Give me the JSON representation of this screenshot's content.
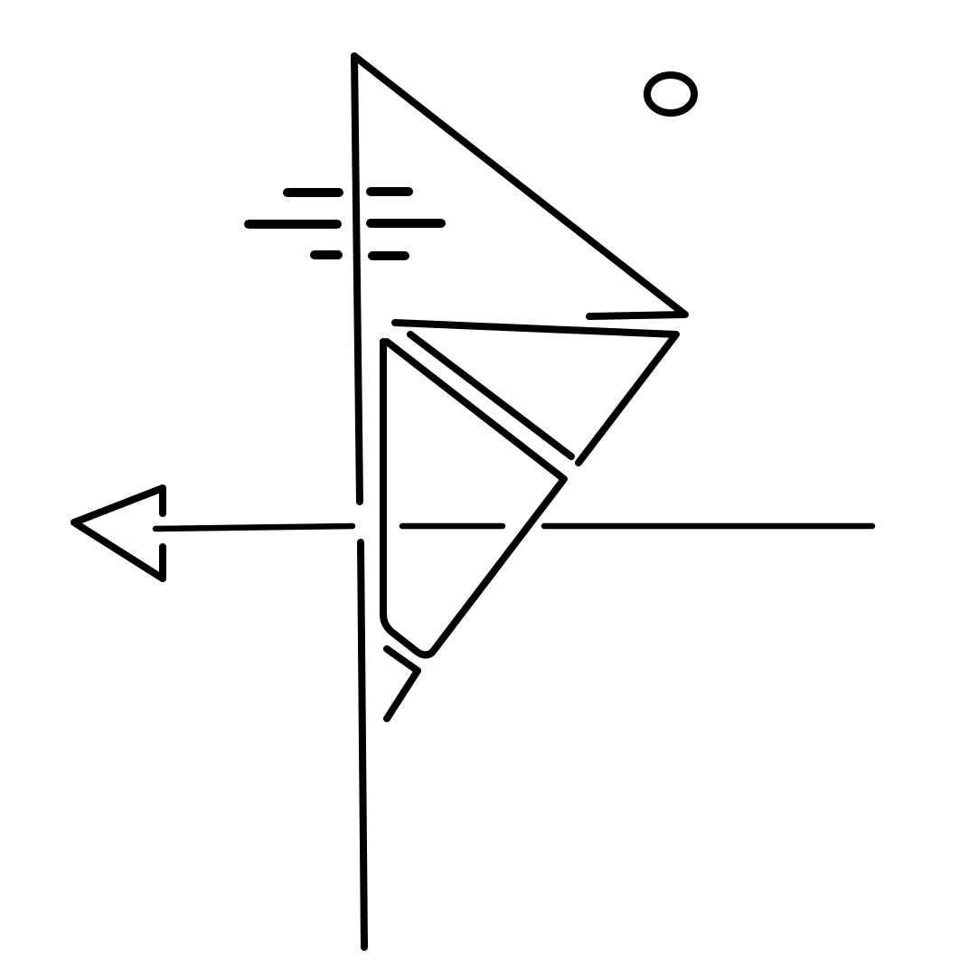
{
  "drawing": {
    "ink_color": "#000000",
    "background_color": "#ffffff",
    "shapes": [
      "vertical-axis-line",
      "horizontal-axis-line",
      "left-arrowhead",
      "large-upper-triangle",
      "lower-nested-triangle",
      "inner-rounded-triangle",
      "small-hook-mark",
      "horizontal-dash-marks",
      "small-circle"
    ]
  }
}
